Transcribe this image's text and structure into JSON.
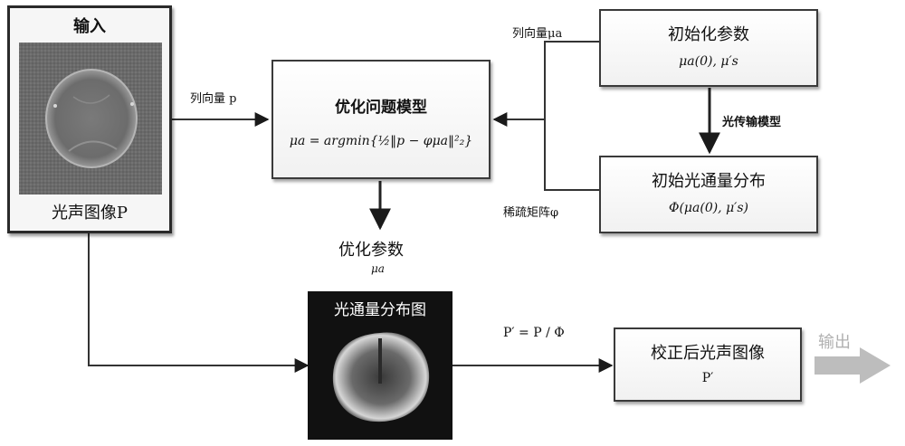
{
  "input_panel": {
    "header": "输入",
    "image_label": "光声图像P"
  },
  "optimization_box": {
    "title": "优化问题模型",
    "formula": "μa = argmin{½‖p − φμa‖²₂}"
  },
  "init_params_box": {
    "title": "初始化参数",
    "formula": "μa(0), μ′s"
  },
  "initial_fluence_box": {
    "title": "初始光通量分布",
    "formula": "Φ(μa(0), μ′s)"
  },
  "fluence_map_panel": {
    "title": "光通量分布图"
  },
  "corrected_box": {
    "title": "校正后光声图像",
    "formula": "P′"
  },
  "edge_labels": {
    "column_vector_p": "列向量 p",
    "column_vector_mu": "列向量μa",
    "sparse_matrix": "稀疏矩阵φ",
    "light_transport": "光传输模型",
    "optimized_params": "优化参数",
    "optimized_params_symbol": "μa",
    "ratio_formula": "P′ = P / Φ",
    "output": "输出"
  },
  "colors": {
    "border": "#3a3a3a",
    "arrow": "#1a1a1a",
    "output_arrow": "#b8b8b8",
    "panel_dark": "#111111"
  }
}
